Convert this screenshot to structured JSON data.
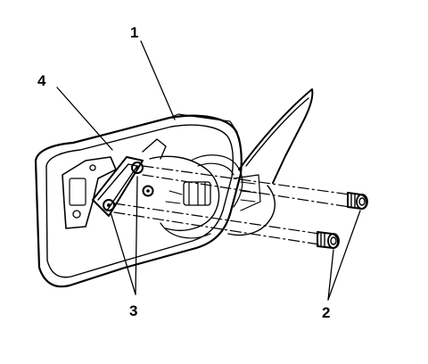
{
  "callouts": {
    "c1": "1",
    "c2": "2",
    "c3": "3",
    "c4": "4"
  },
  "colors": {
    "line": "#000000",
    "background": "#ffffff"
  }
}
